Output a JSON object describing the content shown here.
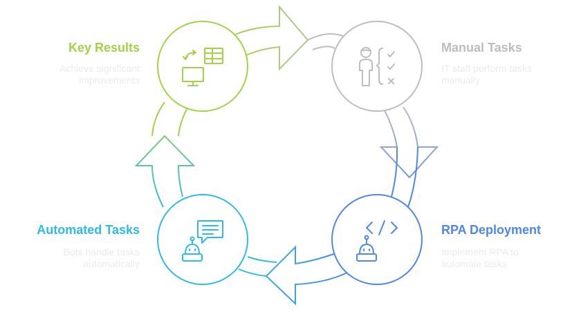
{
  "stages": [
    {
      "id": "key-results",
      "title": "Key Results",
      "description_line1": "Achieve significant",
      "description_line2": "improvements",
      "color": "#a4d246",
      "icon": "monitor-table-icon"
    },
    {
      "id": "manual-tasks",
      "title": "Manual Tasks",
      "description_line1": "IT staff perform tasks",
      "description_line2": "manually",
      "color": "#bdbdbd",
      "icon": "person-checklist-icon"
    },
    {
      "id": "rpa-deployment",
      "title": "RPA Deployment",
      "description_line1": "Implement RPA to",
      "description_line2": "automate tasks",
      "color": "#4d87e8",
      "icon": "robot-code-icon"
    },
    {
      "id": "automated-tasks",
      "title": "Automated Tasks",
      "description_line1": "Bots handle tasks",
      "description_line2": "automatically",
      "color": "#2ebbe8",
      "icon": "robot-chat-icon"
    }
  ]
}
